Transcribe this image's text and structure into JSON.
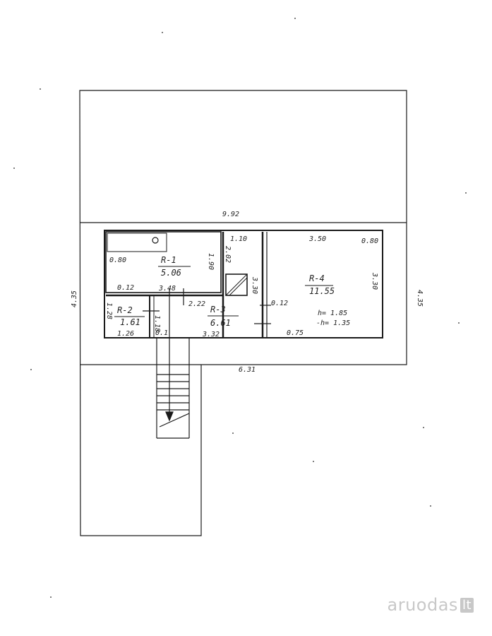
{
  "plan": {
    "rooms": [
      {
        "id": "r1",
        "code": "R-1",
        "area": "5.06"
      },
      {
        "id": "r2",
        "code": "R-2",
        "area": "1.61"
      },
      {
        "id": "r3",
        "code": "R-3",
        "area": "6.61"
      },
      {
        "id": "r4",
        "code": "R-4",
        "area": "11.55",
        "note1": "h= 1.85",
        "note2": "-h= 1.35"
      }
    ],
    "dims": {
      "overall_width": "9.92",
      "overall_height_left": "4.35",
      "overall_height_right": "4.35",
      "bottom_width": "6.31",
      "r3_width": "3.48",
      "r3_left": "0.80",
      "r3_height": "1.90",
      "r3_corner": "0.12",
      "r3_small": "2.02",
      "top_small": "1.10",
      "r4_width": "3.50",
      "r4_corner": "0.80",
      "r4_height": "3.30",
      "middle_height": "3.30",
      "r1_width": "3.32",
      "r1_inner": "2.22",
      "r1_small": "0.12",
      "r2_height": "1.28",
      "r2_width": "1.26",
      "r2_side": "1.18",
      "r2_bottom": "0.1",
      "door": "0.75"
    }
  },
  "watermark": {
    "brand": "aruodas",
    "tld": "lt"
  }
}
